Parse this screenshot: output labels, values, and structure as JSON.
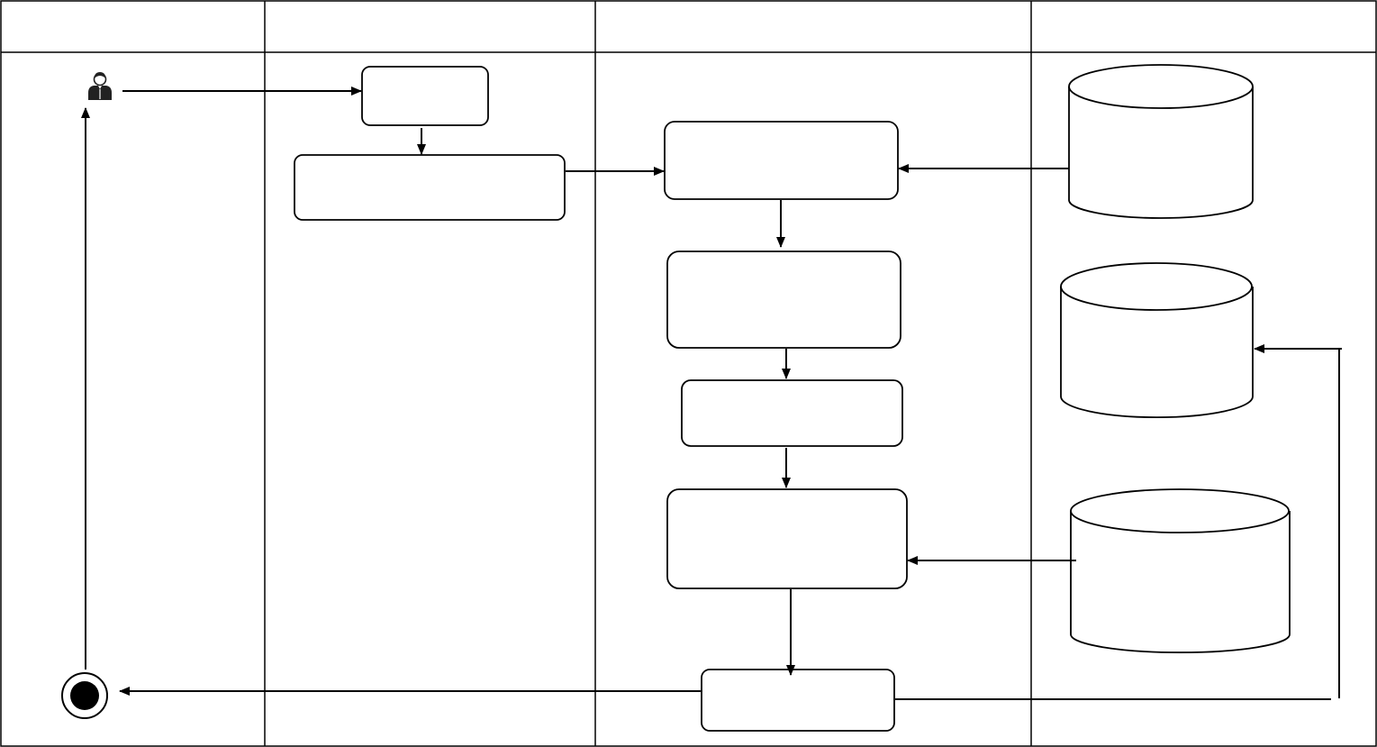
{
  "diagram": {
    "type": "uml-activity-swimlane",
    "colors": {
      "stroke": "#000000",
      "fill": "#ffffff",
      "end_node": "#000000"
    },
    "lanes": [
      {
        "id": "lane-1",
        "title": ""
      },
      {
        "id": "lane-2",
        "title": ""
      },
      {
        "id": "lane-3",
        "title": ""
      },
      {
        "id": "lane-4",
        "title": ""
      }
    ],
    "nodes": {
      "actor": {
        "icon": "user-icon",
        "label": ""
      },
      "process_1": {
        "label": ""
      },
      "process_2": {
        "label": ""
      },
      "process_3": {
        "label": ""
      },
      "process_4": {
        "label": ""
      },
      "process_5": {
        "label": ""
      },
      "process_6": {
        "label": ""
      },
      "process_7": {
        "label": ""
      },
      "database_1": {
        "label": ""
      },
      "database_2": {
        "label": ""
      },
      "database_3": {
        "label": ""
      },
      "end": {
        "icon": "final-node-icon"
      }
    },
    "edges": [
      {
        "from": "actor",
        "to": "process_1"
      },
      {
        "from": "process_1",
        "to": "process_2"
      },
      {
        "from": "process_2",
        "to": "process_3"
      },
      {
        "from": "database_1",
        "to": "process_3"
      },
      {
        "from": "process_3",
        "to": "process_4"
      },
      {
        "from": "process_4",
        "to": "process_5"
      },
      {
        "from": "process_5",
        "to": "process_6"
      },
      {
        "from": "database_3",
        "to": "process_6"
      },
      {
        "from": "process_6",
        "to": "process_7"
      },
      {
        "from": "process_7",
        "to": "database_2"
      },
      {
        "from": "process_7",
        "to": "end"
      },
      {
        "from": "end",
        "to": "actor"
      }
    ]
  }
}
